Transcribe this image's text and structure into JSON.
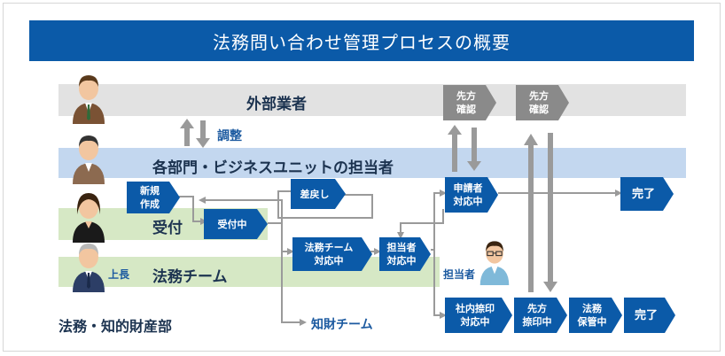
{
  "title": "法務問い合わせ管理プロセスの概要",
  "lanes": {
    "vendor": "外部業者",
    "departments": "各部門・ビジネスユニットの担当者",
    "reception": "受付",
    "legal_team": "法務チーム",
    "boss_tag": "上長"
  },
  "labels": {
    "adjust": "調整",
    "dept_name": "法務・知的財産部",
    "ip_team": "知財チーム",
    "person_in_charge": "担当者"
  },
  "steps": {
    "new_create": "新規\n作成",
    "reception_in_progress": "受付中",
    "send_back": "差戻し",
    "legal_team_handling": "法務チーム\n対応中",
    "assignee_handling": "担当者\n対応中",
    "requester_handling": "申請者\n対応中",
    "done_1": "完了",
    "vendor_check_1": "先方\n確認",
    "vendor_check_2": "先方\n確認",
    "internal_seal": "社内捺印\n対応中",
    "vendor_seal": "先方\n捺印中",
    "legal_storage": "法務\n保管中",
    "done_2": "完了"
  },
  "colors": {
    "title_bg": "#0b5aa8",
    "step_blue": "#0b5aa8",
    "step_gray": "#8a8a8a",
    "lane_gray": "#e2e2e2",
    "lane_blue": "#c3d7ef",
    "lane_green": "#d6e8c5",
    "arrow_gray": "#9a9a9a"
  }
}
